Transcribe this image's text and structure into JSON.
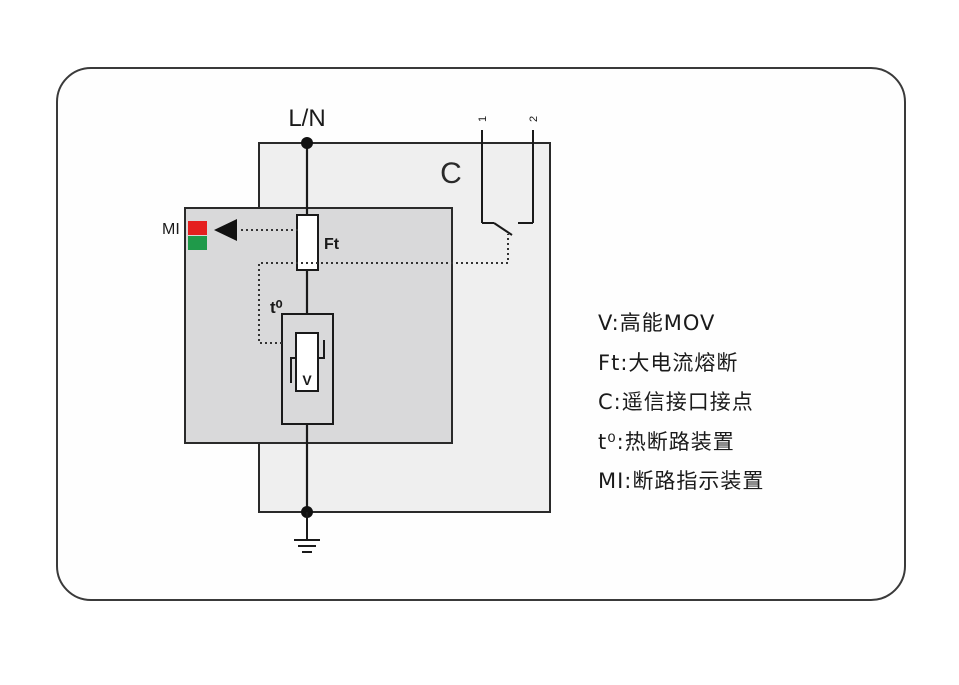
{
  "diagram": {
    "terminal_label": "L/N",
    "enclosure_label": "C",
    "fuse_label": "Ft",
    "thermal_label": "t⁰",
    "varistor_label": "V",
    "indicator_label": "MI",
    "contact_labels": [
      "1",
      "2"
    ],
    "colors": {
      "indicator_red": "#e51f1f",
      "indicator_green": "#1f9a4a",
      "outer_box_fill": "#efefef",
      "inner_box_fill": "#d9d9da",
      "line": "#1a1a1a"
    }
  },
  "legend": [
    "V:高能MOV",
    "Ft:大电流熔断",
    "C:遥信接口接点",
    "t⁰:热断路装置",
    "MI:断路指示装置"
  ]
}
